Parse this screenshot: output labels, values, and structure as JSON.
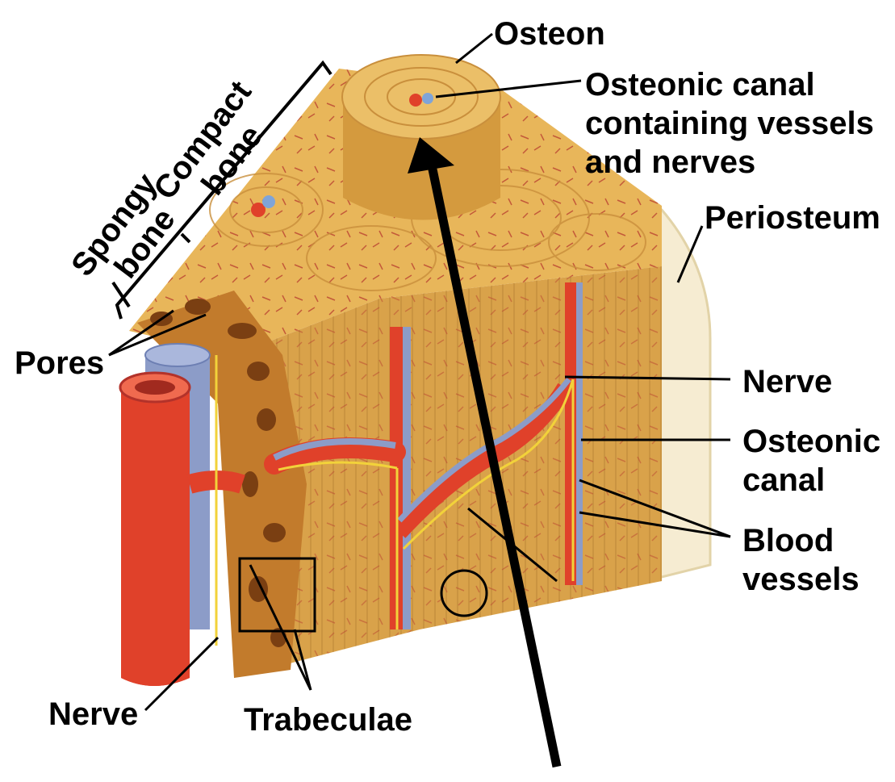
{
  "labels": {
    "osteon": "Osteon",
    "osteonic_canal_vessels": [
      "Osteonic canal",
      "containing vessels",
      "and nerves"
    ],
    "periosteum": "Periosteum",
    "nerve_right": "Nerve",
    "osteonic_canal": [
      "Osteonic",
      "canal"
    ],
    "blood_vessels": [
      "Blood",
      "vessels"
    ],
    "pores": "Pores",
    "nerve_bottom": "Nerve",
    "trabeculae": "Trabeculae",
    "compact_bone": [
      "Compact",
      "bone"
    ],
    "spongy_bone": [
      "Spongy",
      "bone"
    ]
  },
  "colors": {
    "bone_top": "#e8b65a",
    "bone_front": "#d9a24a",
    "bone_side": "#c98f3c",
    "artery": "#e0412a",
    "vein": "#8c9cc8",
    "nerve": "#f2d23a",
    "periosteum": "#f6ecd2",
    "fiber": "#b3322a"
  }
}
